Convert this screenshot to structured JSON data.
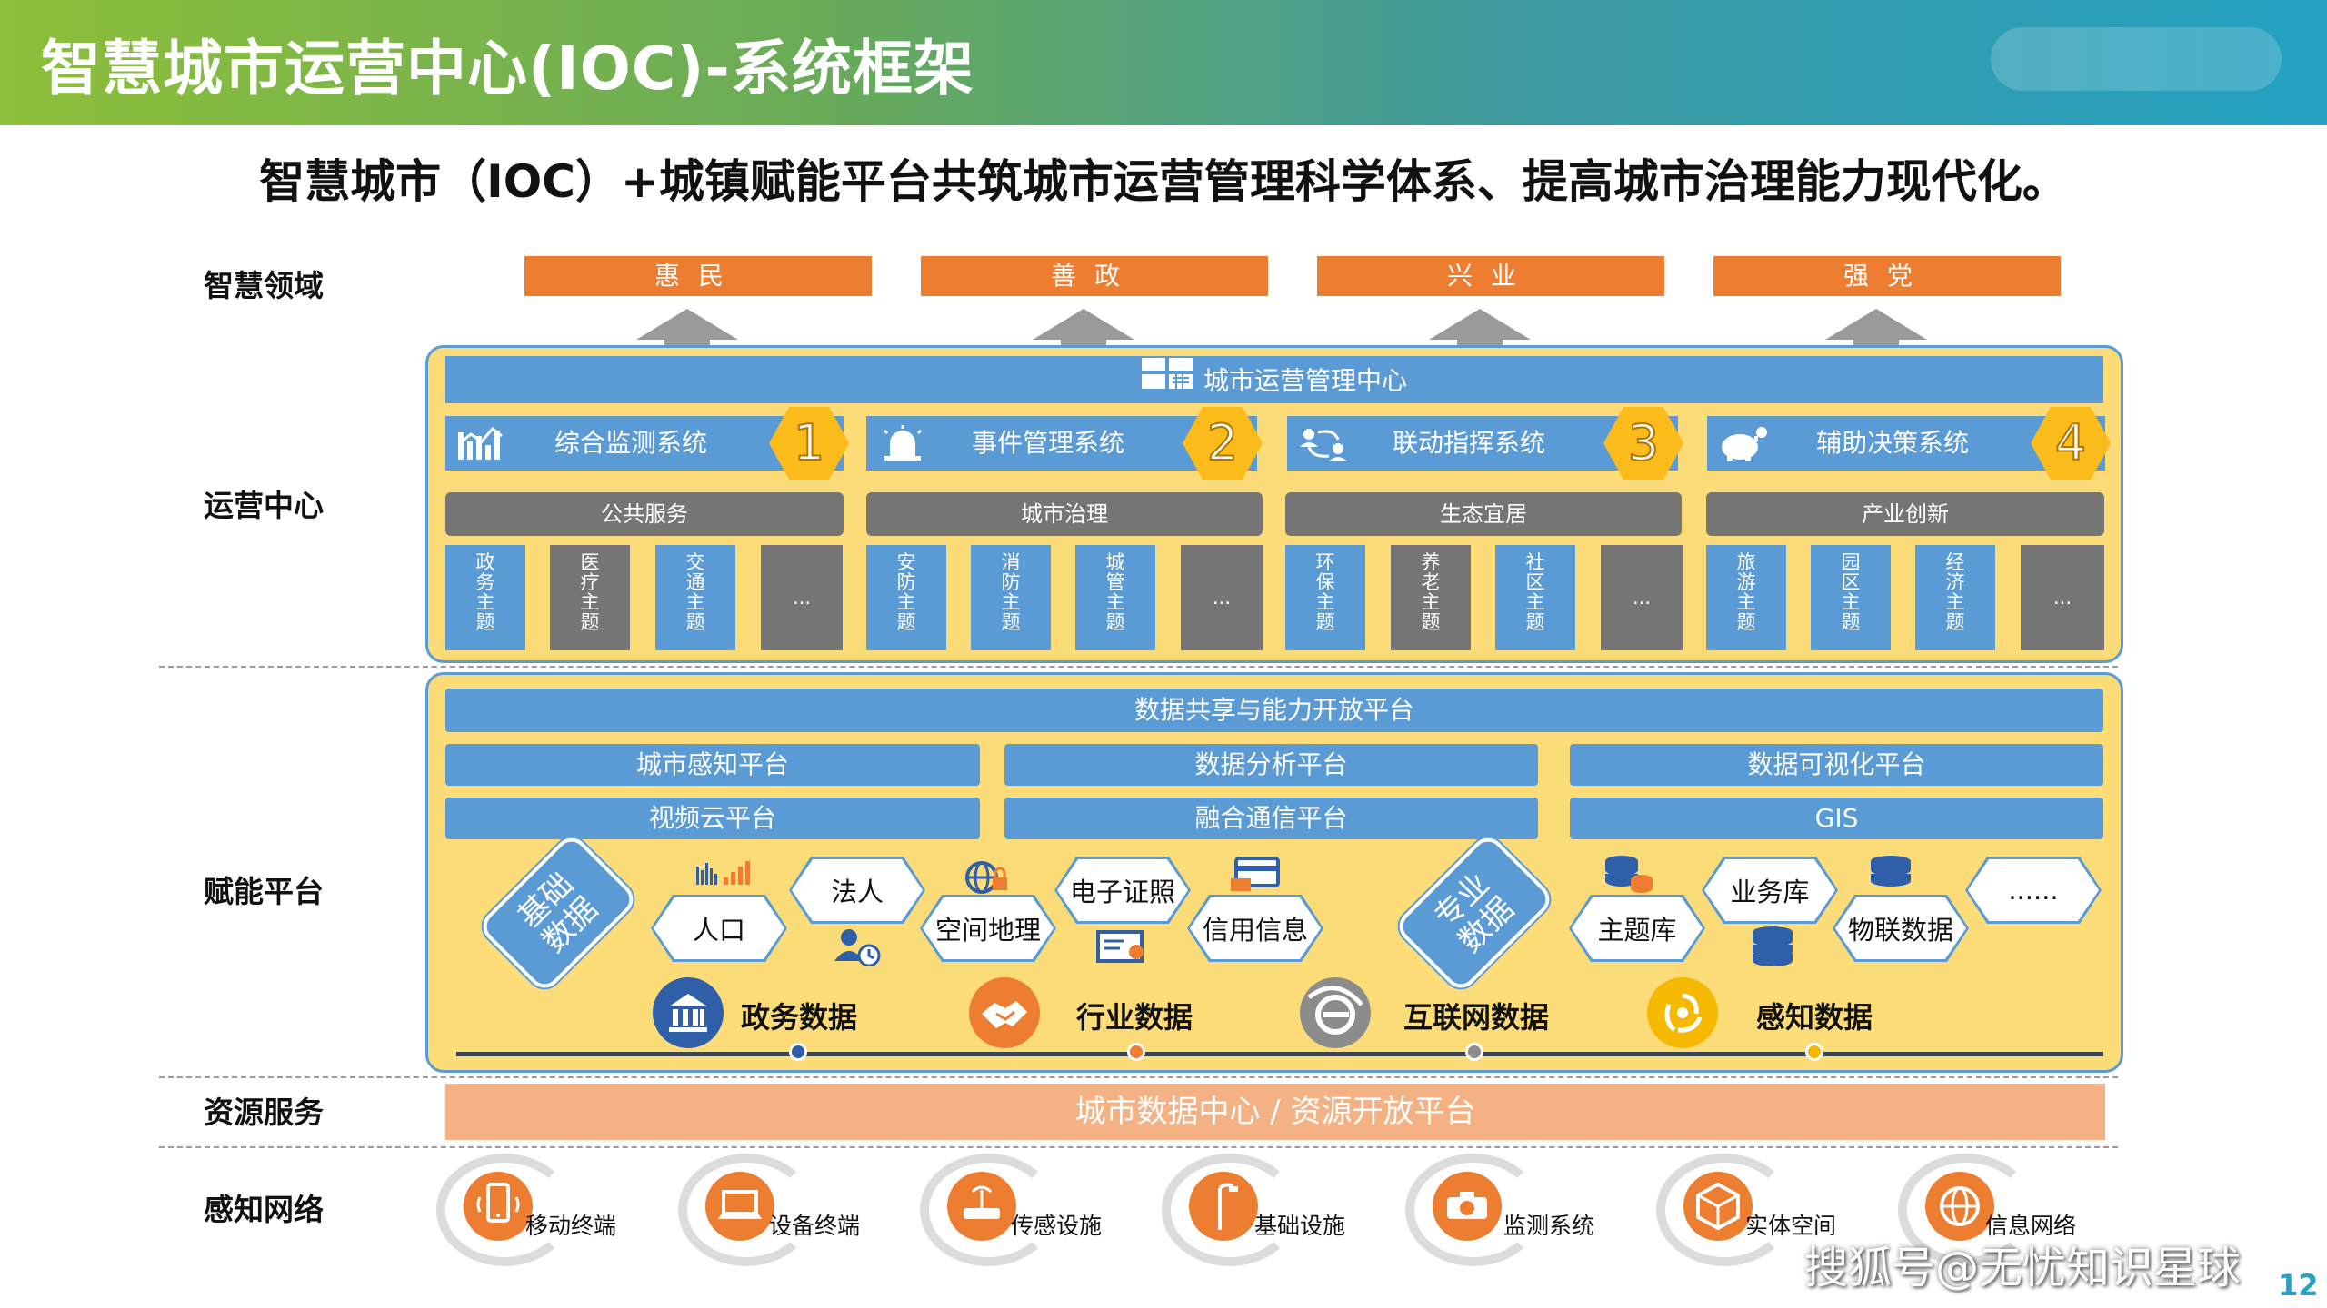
{
  "header": {
    "title": "智慧城市运营中心(IOC)-系统框架"
  },
  "subtitle": "智慧城市（IOC）+城镇赋能平台共筑城市运营管理科学体系、提高城市治理能力现代化。",
  "row_labels": {
    "domain": "智慧领域",
    "ops": "运营中心",
    "enable": "赋能平台",
    "resource": "资源服务",
    "sensing": "感知网络"
  },
  "domains": [
    "惠民",
    "善政",
    "兴业",
    "强党"
  ],
  "ops_center": {
    "title": "城市运营管理中心",
    "systems": [
      {
        "label": "综合监测系统",
        "num": "1"
      },
      {
        "label": "事件管理系统",
        "num": "2"
      },
      {
        "label": "联动指挥系统",
        "num": "3"
      },
      {
        "label": "辅助决策系统",
        "num": "4"
      }
    ],
    "categories": [
      {
        "label": "公共服务",
        "topics": [
          "政务主题",
          "医疗主题",
          "交通主题",
          "..."
        ]
      },
      {
        "label": "城市治理",
        "topics": [
          "安防主题",
          "消防主题",
          "城管主题",
          "..."
        ]
      },
      {
        "label": "生态宜居",
        "topics": [
          "环保主题",
          "养老主题",
          "社区主题",
          "..."
        ]
      },
      {
        "label": "产业创新",
        "topics": [
          "旅游主题",
          "园区主题",
          "经济主题",
          "..."
        ]
      }
    ]
  },
  "enable_platform": {
    "top_bar": "数据共享与能力开放平台",
    "row1": [
      "城市感知平台",
      "数据分析平台",
      "数据可视化平台"
    ],
    "row2": [
      "视频云平台",
      "融合通信平台",
      "GIS"
    ],
    "basic_data": {
      "tag": "基础数据",
      "items": [
        "人口",
        "法人",
        "空间地理",
        "电子证照",
        "信用信息"
      ]
    },
    "pro_data": {
      "tag": "专业数据",
      "items": [
        "主题库",
        "业务库",
        "物联数据",
        "......"
      ]
    },
    "sources": [
      {
        "label": "政务数据",
        "color": "#2e5fa8",
        "icon": "bank-icon"
      },
      {
        "label": "行业数据",
        "color": "#ed7d31",
        "icon": "handshake-icon"
      },
      {
        "label": "互联网数据",
        "color": "#8c8c8c",
        "icon": "browser-icon"
      },
      {
        "label": "感知数据",
        "color": "#f6b800",
        "icon": "sensor-swirl-icon"
      }
    ]
  },
  "resource_bar": "城市数据中心 / 资源开放平台",
  "sensing": [
    "移动终端",
    "设备终端",
    "传感设施",
    "基础设施",
    "监测系统",
    "实体空间",
    "信息网络"
  ],
  "watermark": "搜狐号@无忧知识星球",
  "page_number": "12",
  "colors": {
    "orange": "#ed7d31",
    "blue": "#5b9bd5",
    "yellow_panel": "#fcdc78",
    "gray": "#757575",
    "peach": "#f4b183"
  }
}
